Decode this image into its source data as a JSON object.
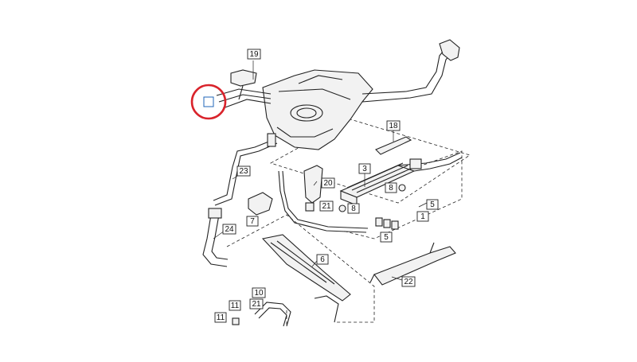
{
  "diagram": {
    "callouts": [
      {
        "id": "c19",
        "label": "19"
      },
      {
        "id": "c18",
        "label": "18"
      },
      {
        "id": "c3",
        "label": "3"
      },
      {
        "id": "c8a",
        "label": "8"
      },
      {
        "id": "c8b",
        "label": "8"
      },
      {
        "id": "c5a",
        "label": "5"
      },
      {
        "id": "c5b",
        "label": "5"
      },
      {
        "id": "c1",
        "label": "1"
      },
      {
        "id": "c20",
        "label": "20"
      },
      {
        "id": "c21a",
        "label": "21"
      },
      {
        "id": "c21b",
        "label": "21"
      },
      {
        "id": "c23",
        "label": "23"
      },
      {
        "id": "c7",
        "label": "7"
      },
      {
        "id": "c24",
        "label": "24"
      },
      {
        "id": "c6",
        "label": "6"
      },
      {
        "id": "c22",
        "label": "22"
      },
      {
        "id": "c10",
        "label": "10"
      },
      {
        "id": "c11a",
        "label": "11"
      },
      {
        "id": "c11b",
        "label": "11"
      }
    ],
    "highlight": {
      "color": "#d9232b",
      "shape": "circle"
    },
    "colors": {
      "line": "#222222",
      "background": "#ffffff"
    }
  }
}
